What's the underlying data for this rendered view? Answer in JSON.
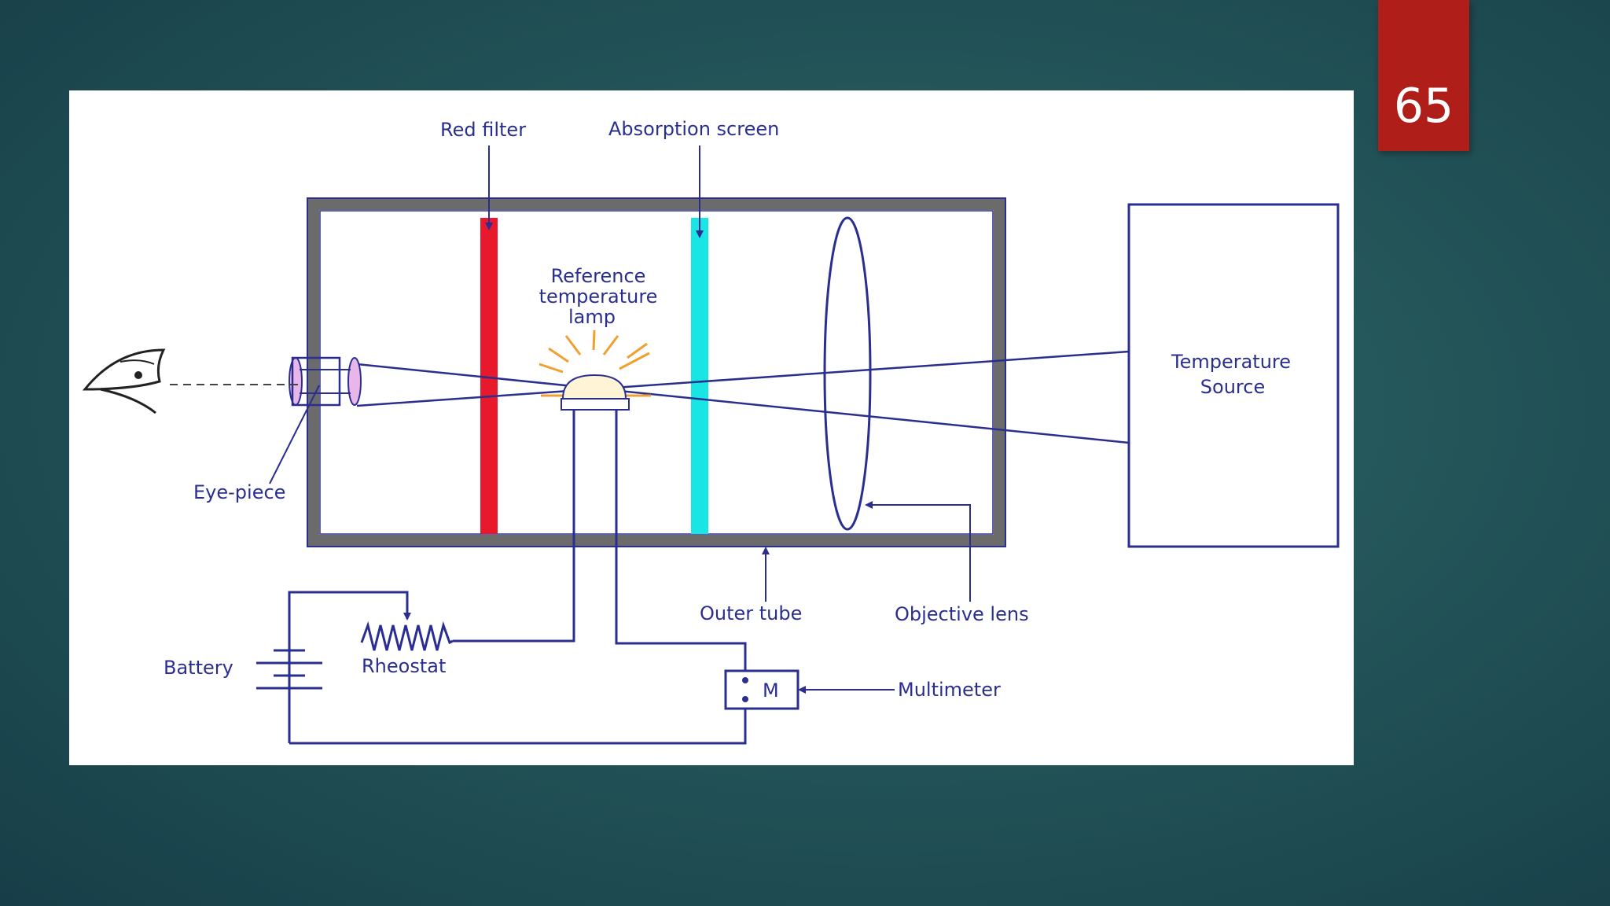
{
  "slide": {
    "number": "65"
  },
  "diagram": {
    "labels": {
      "red_filter": "Red filter",
      "absorption_screen": "Absorption screen",
      "reference_lamp": [
        "Reference",
        "temperature",
        "lamp"
      ],
      "temperature_source": [
        "Temperature",
        "Source"
      ],
      "eye_piece": "Eye-piece",
      "outer_tube": "Outer tube",
      "objective_lens": "Objective lens",
      "battery": "Battery",
      "rheostat": "Rheostat",
      "multimeter": "Multimeter",
      "meter_letter": "M"
    },
    "colors": {
      "line": "#2a2f8f",
      "tube_wall": "#6b6b6b",
      "red_filter": "#e8192c",
      "absorption_screen": "#19e5e5",
      "lamp_rays": "#f0a030",
      "eye_piece": "#d98ad9",
      "slide_number_bg": "#b01e1a"
    }
  }
}
